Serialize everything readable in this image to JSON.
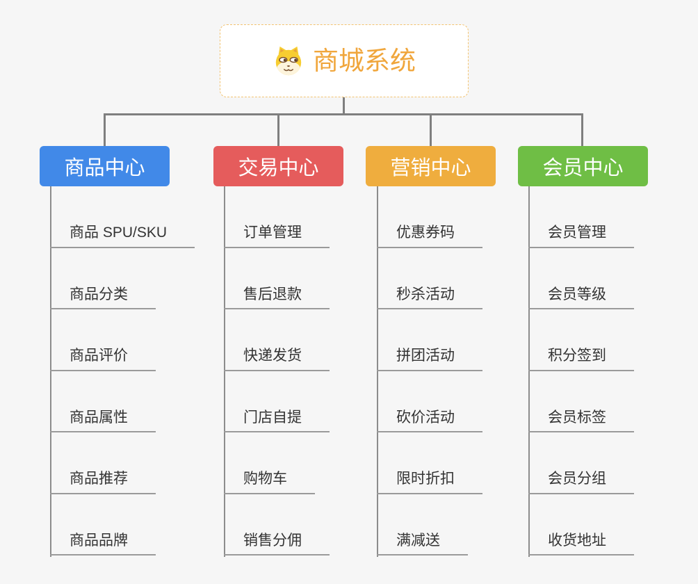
{
  "diagram": {
    "type": "mindmap-org-chart",
    "connector_color": "#7f7f7f",
    "leaf_line_color": "#9a9a9a",
    "background_color": "#f6f6f6"
  },
  "root": {
    "title": "商城系统",
    "icon": "dog-face-icon",
    "accent_color": "#f0a63c",
    "border_color": "#f2c26f"
  },
  "branches": [
    {
      "label": "商品中心",
      "color": "#4189e8",
      "items": [
        "商品 SPU/SKU",
        "商品分类",
        "商品评价",
        "商品属性",
        "商品推荐",
        "商品品牌"
      ]
    },
    {
      "label": "交易中心",
      "color": "#e55c5c",
      "items": [
        "订单管理",
        "售后退款",
        "快递发货",
        "门店自提",
        "购物车",
        "销售分佣"
      ]
    },
    {
      "label": "营销中心",
      "color": "#efad3e",
      "items": [
        "优惠券码",
        "秒杀活动",
        "拼团活动",
        "砍价活动",
        "限时折扣",
        "满减送"
      ]
    },
    {
      "label": "会员中心",
      "color": "#6fbe45",
      "items": [
        "会员管理",
        "会员等级",
        "积分签到",
        "会员标签",
        "会员分组",
        "收货地址"
      ]
    }
  ]
}
